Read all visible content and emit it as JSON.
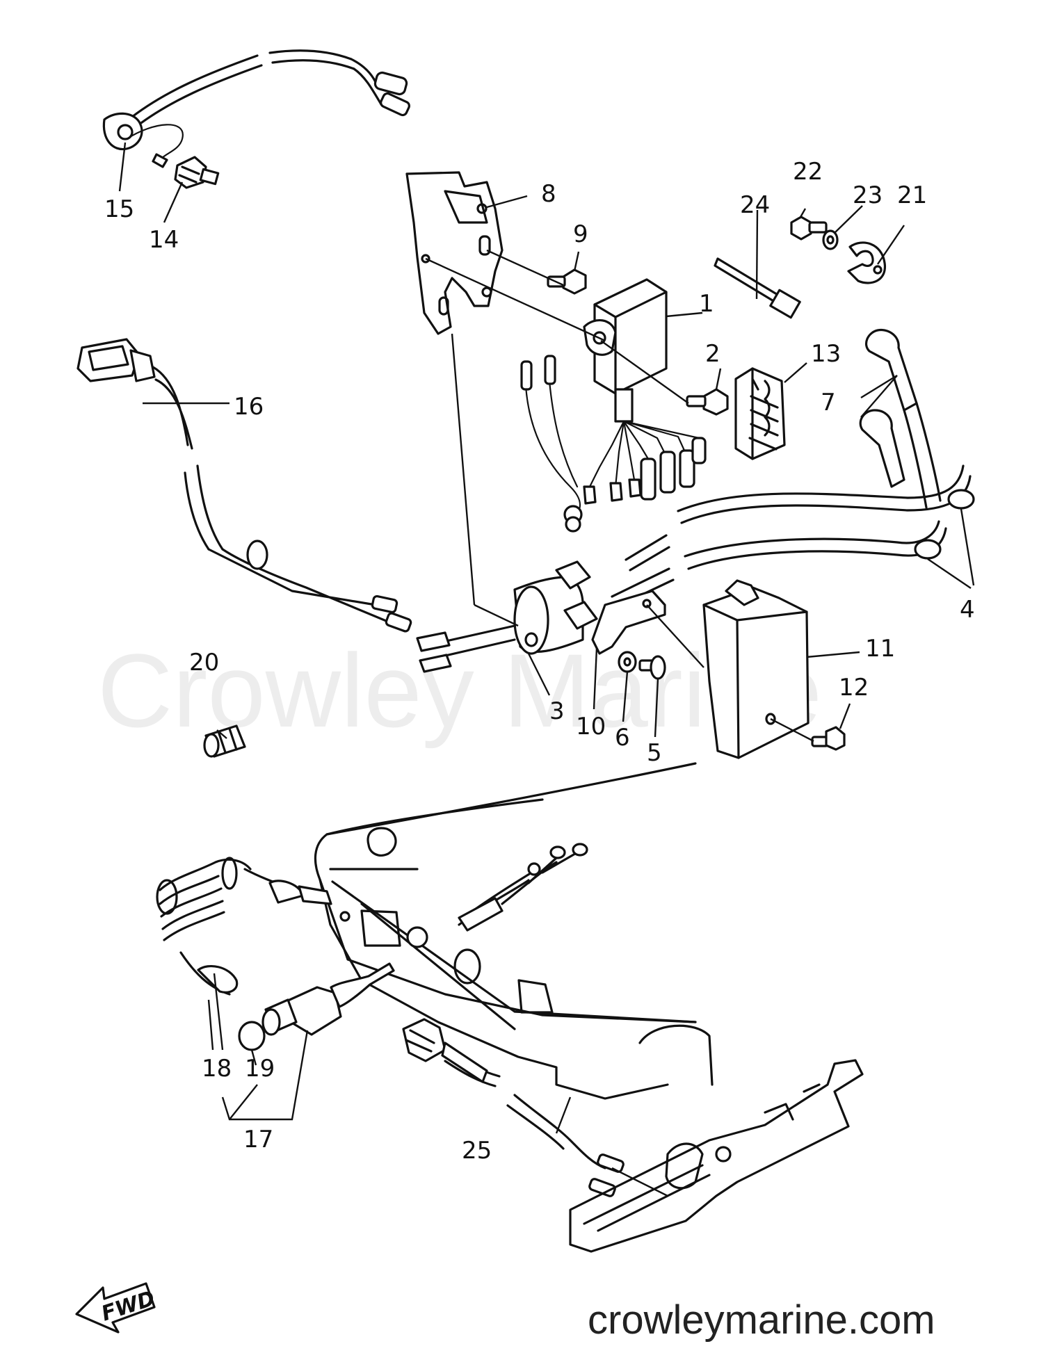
{
  "watermark": "Crowley Marine",
  "website": "crowleymarine.com",
  "fwd_label": "FWD",
  "callouts": {
    "c1": "1",
    "c2": "2",
    "c3": "3",
    "c4": "4",
    "c5": "5",
    "c6": "6",
    "c7": "7",
    "c8": "8",
    "c9": "9",
    "c10": "10",
    "c11": "11",
    "c12": "12",
    "c13": "13",
    "c14": "14",
    "c15": "15",
    "c16": "16",
    "c17": "17",
    "c18": "18",
    "c19": "19",
    "c20": "20",
    "c21": "21",
    "c22": "22",
    "c23": "23",
    "c24": "24",
    "c25": "25"
  }
}
